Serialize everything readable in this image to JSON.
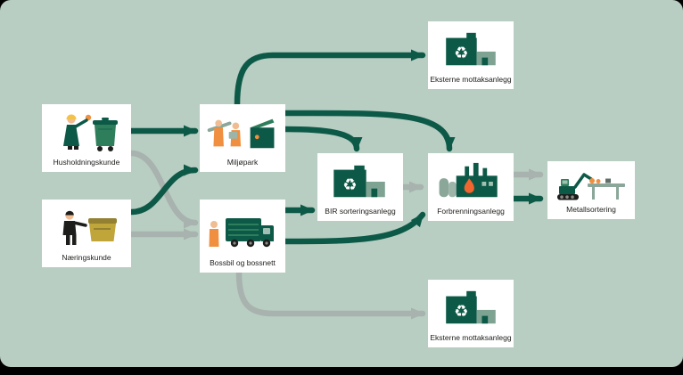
{
  "colors": {
    "background": "#b8cec2",
    "frame": "#000000",
    "box_background": "#ffffff",
    "arrow_green": "#0d5947",
    "arrow_gray": "#a8b2ae",
    "text": "#1d1d1b",
    "accent_orange": "#ef8f3f",
    "accent_flame": "#f1662f",
    "accent_yellow": "#f3c24b"
  },
  "nodes": {
    "husholdningskunde": {
      "label": "Husholdningskunde"
    },
    "naeringskunde": {
      "label": "Næringskunde"
    },
    "miljopark": {
      "label": "Miljøpark"
    },
    "bossbil": {
      "label": "Bossbil og bossnett"
    },
    "bir_sorteringsanlegg": {
      "label": "BIR sorteringsanlegg"
    },
    "eksterne_mottaksanlegg_topp": {
      "label": "Eksterne mottaksanlegg"
    },
    "forbrenningsanlegg": {
      "label": "Forbrenningsanlegg"
    },
    "metallsortering": {
      "label": "Metallsortering"
    },
    "eksterne_mottaksanlegg_bunn": {
      "label": "Eksterne mottaksanlegg"
    }
  },
  "edges": [
    {
      "from": "husholdningskunde",
      "to": "miljopark",
      "color": "green"
    },
    {
      "from": "husholdningskunde",
      "to": "bossbil",
      "color": "gray"
    },
    {
      "from": "naeringskunde",
      "to": "miljopark",
      "color": "green"
    },
    {
      "from": "naeringskunde",
      "to": "bossbil",
      "color": "gray"
    },
    {
      "from": "miljopark",
      "to": "eksterne_mottaksanlegg_topp",
      "color": "green"
    },
    {
      "from": "miljopark",
      "to": "bir_sorteringsanlegg",
      "color": "green"
    },
    {
      "from": "miljopark",
      "to": "forbrenningsanlegg",
      "color": "green"
    },
    {
      "from": "bossbil",
      "to": "bir_sorteringsanlegg",
      "color": "green"
    },
    {
      "from": "bossbil",
      "to": "forbrenningsanlegg",
      "color": "green"
    },
    {
      "from": "bossbil",
      "to": "eksterne_mottaksanlegg_bunn",
      "color": "gray"
    },
    {
      "from": "bir_sorteringsanlegg",
      "to": "forbrenningsanlegg",
      "color": "gray"
    },
    {
      "from": "forbrenningsanlegg",
      "to": "metallsortering",
      "color": "gray"
    },
    {
      "from": "forbrenningsanlegg",
      "to": "metallsortering",
      "color": "green"
    }
  ]
}
